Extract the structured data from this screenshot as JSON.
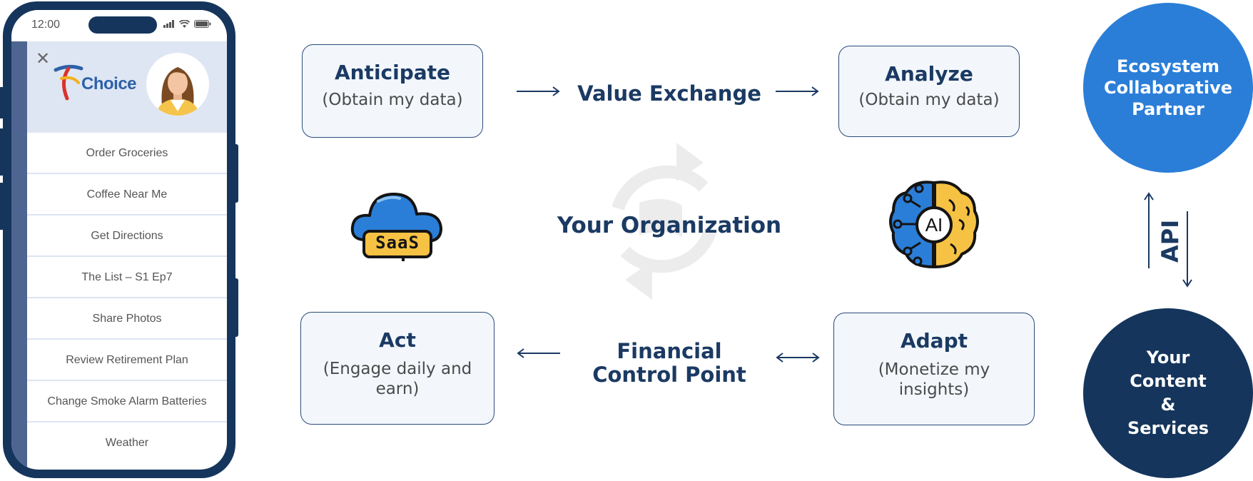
{
  "phone": {
    "time": "12:00",
    "logo_text": "Choice",
    "menu_items": [
      "Order Groceries",
      "Coffee Near Me",
      "Get Directions",
      "The List – S1 Ep7",
      "Share Photos",
      "Review Retirement Plan",
      "Change Smoke Alarm Batteries",
      "Weather"
    ]
  },
  "diagram": {
    "anticipate": {
      "title": "Anticipate",
      "sub": "(Obtain my data)"
    },
    "value_exchange": "Value Exchange",
    "analyze": {
      "title": "Analyze",
      "sub": "(Obtain my data)"
    },
    "organization": "Your Organization",
    "saas_label": "SaaS",
    "ai_label": "AI",
    "act": {
      "title": "Act",
      "sub": "(Engage daily and earn)"
    },
    "financial": {
      "line1": "Financial",
      "line2": "Control Point"
    },
    "adapt": {
      "title": "Adapt",
      "sub": "(Monetize my insights)"
    }
  },
  "ecosystem": {
    "line1": "Ecosystem",
    "line2": "Collaborative",
    "line3": "Partner"
  },
  "api_label": "API",
  "content": {
    "line1": "Your",
    "line2": "Content",
    "line3": "&",
    "line4": "Services"
  },
  "colors": {
    "navy": "#15355c",
    "blue": "#2b7ed8",
    "text_dark": "#1b3a63",
    "box_bg": "#f3f7fc"
  }
}
